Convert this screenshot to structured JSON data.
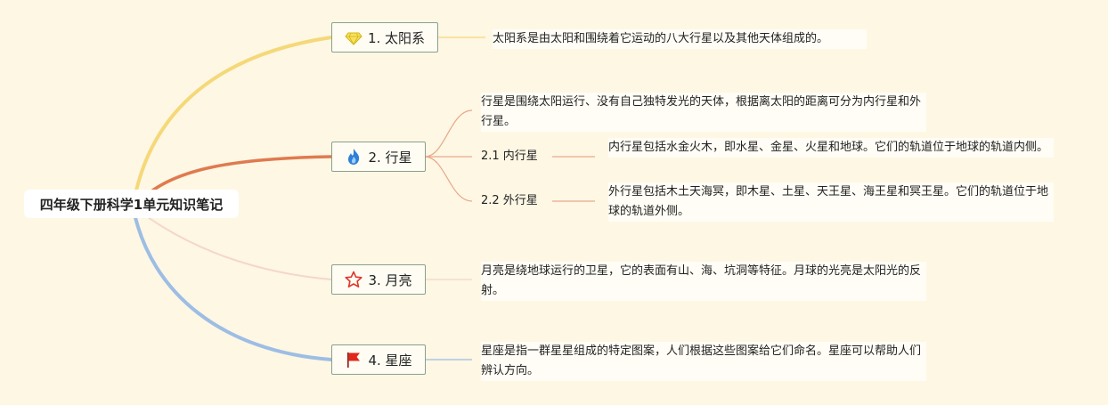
{
  "root": {
    "title": "四年级下册科学1单元知识笔记"
  },
  "topics": [
    {
      "label": "1. 太阳系",
      "icon": "diamond-icon",
      "color": "#f5d878",
      "note": "太阳系是由太阳和围绕着它运动的八大行星以及其他天体组成的。"
    },
    {
      "label": "2. 行星",
      "icon": "fire-icon",
      "color": "#e07a4f",
      "note": "行星是围绕太阳运行、没有自己独特发光的天体，根据离太阳的距离可分为内行星和外行星。",
      "subtopics": [
        {
          "label": "2.1 内行星",
          "note": "内行星包括水金火木，即水星、金星、火星和地球。它们的轨道位于地球的轨道内侧。"
        },
        {
          "label": "2.2 外行星",
          "note": "外行星包括木土天海冥，即木星、土星、天王星、海王星和冥王星。它们的轨道位于地球的轨道外侧。"
        }
      ]
    },
    {
      "label": "3. 月亮",
      "icon": "star-outline-icon",
      "color": "#f6d6c8",
      "note": "月亮是绕地球运行的卫星，它的表面有山、海、坑洞等特征。月球的光亮是太阳光的反射。"
    },
    {
      "label": "4. 星座",
      "icon": "red-flag-icon",
      "color": "#9dbde4",
      "note": "星座是指一群星星组成的特定图案，人们根据这些图案给它们命名。星座可以帮助人们辨认方向。"
    }
  ]
}
